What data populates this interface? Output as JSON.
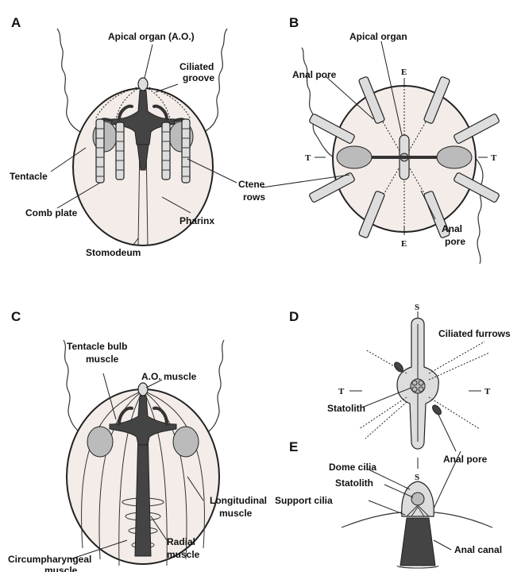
{
  "panels": {
    "a": {
      "letter": "A",
      "labels": {
        "apical_organ": "Apical organ (A.O.)",
        "ciliated_groove_1": "Ciliated",
        "ciliated_groove_2": "groove",
        "tentacle": "Tentacle",
        "comb_plate": "Comb plate",
        "pharinx": "Pharinx",
        "stomodeum": "Stomodeum",
        "ctene_rows_1": "Ctene",
        "ctene_rows_2": "rows"
      }
    },
    "b": {
      "letter": "B",
      "labels": {
        "apical_organ": "Apical organ",
        "anal_pore_top": "Anal pore",
        "anal_pore_bottom_1": "Anal",
        "anal_pore_bottom_2": "pore",
        "axis_e_top": "E",
        "axis_e_bottom": "E",
        "axis_t_left": "T",
        "axis_t_right": "T"
      }
    },
    "c": {
      "letter": "C",
      "labels": {
        "tentacle_bulb_1": "Tentacle bulb",
        "tentacle_bulb_2": "muscle",
        "ao_muscle": "A.O. muscle",
        "longitudinal_1": "Longitudinal",
        "longitudinal_2": "muscle",
        "radial_1": "Radial",
        "radial_2": "muscle",
        "circumpharyngeal_1": "Circumpharyngeal",
        "circumpharyngeal_2": "muscle"
      }
    },
    "d": {
      "letter": "D",
      "labels": {
        "ciliated_furrows": "Ciliated furrows",
        "statolith": "Statolith",
        "anal_pore": "Anal pore",
        "axis_s_top": "S",
        "axis_s_bottom": "S",
        "axis_t_left": "T",
        "axis_t_right": "T"
      }
    },
    "e": {
      "letter": "E",
      "labels": {
        "dome_cilia": "Dome cilia",
        "statolith": "Statolith",
        "support_cilia": "Support cilia",
        "anal_canal": "Anal canal"
      }
    }
  }
}
